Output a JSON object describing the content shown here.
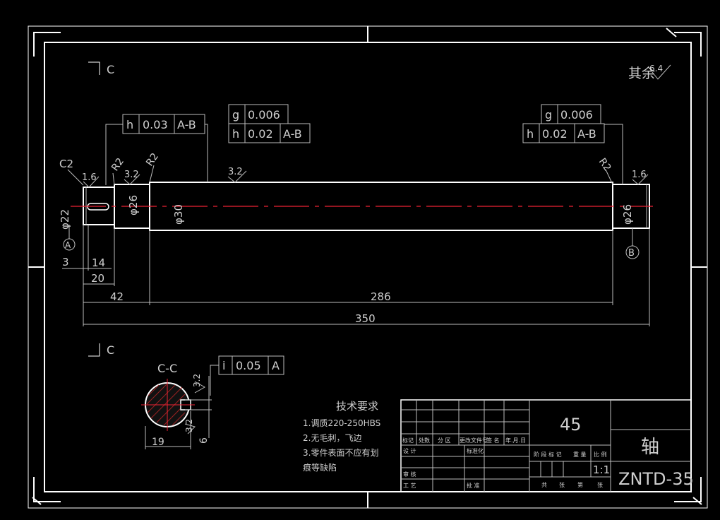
{
  "drawing": {
    "surface_finish_general": "其余",
    "surface_finish_general_value": "6.4",
    "section_marker_letter": "C",
    "section_title": "C-C",
    "chamfer_label": "C2",
    "radius_label": "R2",
    "roughness_1": "1.6",
    "roughness_2": "3.2",
    "roughness_3": "3.2",
    "roughness_4": "1.6",
    "roughness_5": "3.2",
    "roughness_6": "3.2",
    "datum_a": "A",
    "datum_b": "B",
    "tolerance_frames": {
      "left_runout": [
        "h",
        "0.03",
        "A-B"
      ],
      "center_cyl": [
        "g",
        "0.006"
      ],
      "center_runout": [
        "h",
        "0.02",
        "A-B"
      ],
      "right_cyl": [
        "g",
        "0.006"
      ],
      "right_runout": [
        "h",
        "0.02",
        "A-B"
      ],
      "section_sym": [
        "i",
        "0.05",
        "A"
      ]
    },
    "diameters": {
      "left_journal": "φ22",
      "left_step": "φ26",
      "main_body": "φ30",
      "right_journal": "φ26"
    },
    "dimensions": {
      "d3": "3",
      "d14": "14",
      "d20": "20",
      "d42": "42",
      "d286": "286",
      "d350": "350",
      "key_depth": "19",
      "key_width": "6"
    },
    "tech_requirements": {
      "title": "技术要求",
      "lines": [
        "1.调质220-250HBS",
        "2.无毛刺，飞边",
        "3.零件表面不应有划",
        "痕等缺陷"
      ]
    }
  },
  "title_block": {
    "material": "45",
    "part_name": "轴",
    "drawing_number": "ZNTD-35",
    "scale": "1:1",
    "rev_headers": [
      "标记",
      "处数",
      "分 区",
      "更改文件号",
      "签 名",
      "年.月.日"
    ],
    "roles": [
      "设 计",
      "标准化",
      "审 核",
      "工 艺",
      "批 准"
    ],
    "stage_headers": [
      "阶 段 标 记",
      "重 量",
      "比 例"
    ],
    "sheet_labels": [
      "共",
      "张",
      "第",
      "张"
    ]
  }
}
